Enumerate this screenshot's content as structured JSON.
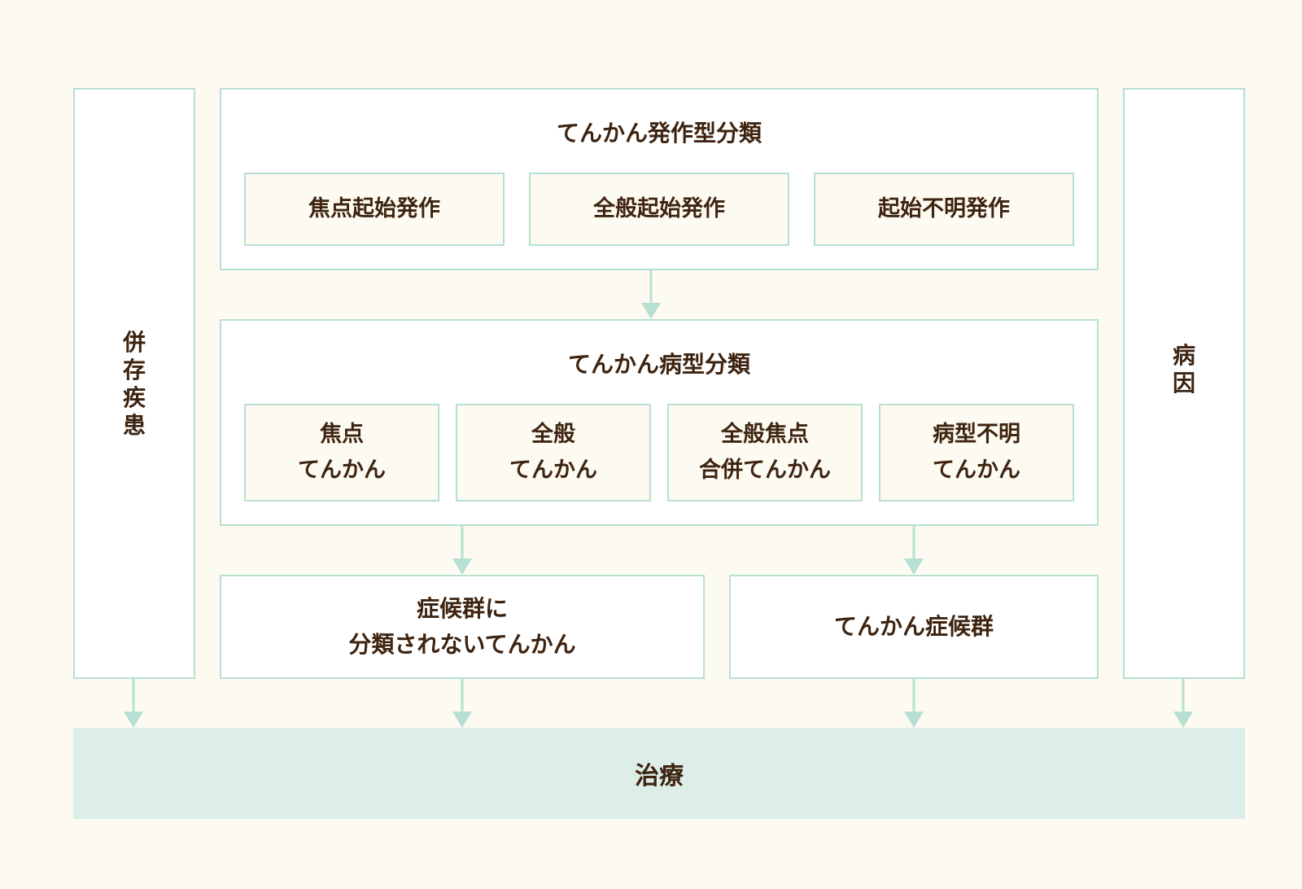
{
  "comorbidity": "併\n存\n疾\n患",
  "etiology": "病\n因",
  "seizure_classification": {
    "title": "てんかん発作型分類",
    "items": [
      "焦点起始発作",
      "全般起始発作",
      "起始不明発作"
    ]
  },
  "epilepsy_type_classification": {
    "title": "てんかん病型分類",
    "items": [
      "焦点\nてんかん",
      "全般\nてんかん",
      "全般焦点\n合併てんかん",
      "病型不明\nてんかん"
    ]
  },
  "unclassified": "症候群に\n分類されないてんかん",
  "syndrome": "てんかん症候群",
  "treatment": "治療",
  "colors": {
    "background": "#fdfaf1",
    "border": "#b7e0d2",
    "treatment_fill": "#ddeee8",
    "text": "#3e2410"
  }
}
